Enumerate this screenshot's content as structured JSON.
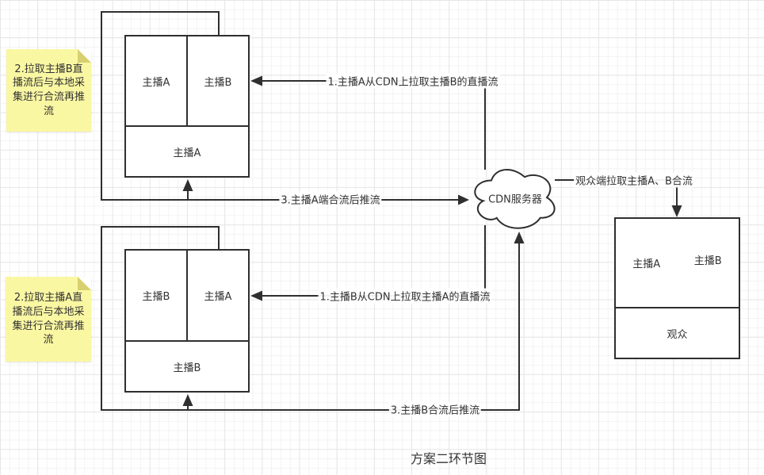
{
  "title": "方案二环节图",
  "notes": [
    {
      "text": "2.拉取主播B直播流后与本地采集进行合流再推流"
    },
    {
      "text": "2.拉取主播A直播流后与本地采集进行合流再推流"
    }
  ],
  "anchor_a_box": {
    "top_left": "主播A",
    "top_right": "主播B",
    "bottom": "主播A"
  },
  "anchor_b_box": {
    "top_left": "主播B",
    "top_right": "主播A",
    "bottom": "主播B"
  },
  "viewer_box": {
    "left": "主播A",
    "right": "主播B",
    "bottom": "观众"
  },
  "cloud": {
    "label": "CDN服务器"
  },
  "edges": {
    "pull_a": "1.主播A从CDN上拉取主播B的直播流",
    "push_a": "3.主播A端合流后推流",
    "pull_b": "1.主播B从CDN上拉取主播A的直播流",
    "push_b": "3.主播B合流后推流",
    "viewer_pull": "观众端拉取主播A、B合流"
  },
  "colors": {
    "line": "#2f2f2f",
    "text": "#333333",
    "note_bg": "#faf7a3",
    "note_fold": "#d8d06f",
    "grid_minor": "#f3f3f3",
    "grid_major": "#e6e6e6"
  }
}
